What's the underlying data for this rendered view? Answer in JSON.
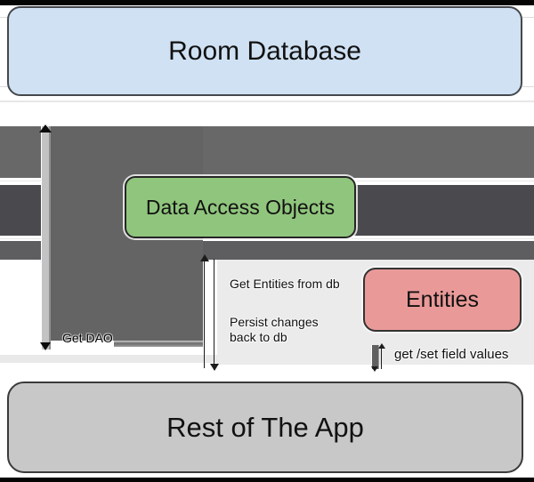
{
  "nodes": {
    "room_database": {
      "label": "Room Database"
    },
    "data_access_objects": {
      "label": "Data Access Objects"
    },
    "entities": {
      "label": "Entities"
    },
    "rest_of_the_app": {
      "label": "Rest of The App"
    }
  },
  "edges": {
    "get_dao": {
      "label": "Get DAO"
    },
    "get_entities": {
      "label": "Get Entities from db"
    },
    "persist_changes": {
      "label": "Persist changes back to db"
    },
    "get_set_fields": {
      "label": "get /set field values"
    }
  },
  "colors": {
    "room_database_fill": "#cfe1f3",
    "dao_fill": "#90c57d",
    "entities_fill": "#e99a98",
    "rest_of_app_fill": "#c8c8c8",
    "arrow_band_mid_gray": "#686868",
    "arrow_band_dark_gray": "#4a4a4e",
    "arrow_band_lower_gray": "#5e5e61",
    "dao_block_gray": "#646464",
    "get_dao_arrow_gray": "#c3c3c3",
    "entities_panel_gray": "#ebebeb",
    "frame_bar_black": "#050505"
  }
}
